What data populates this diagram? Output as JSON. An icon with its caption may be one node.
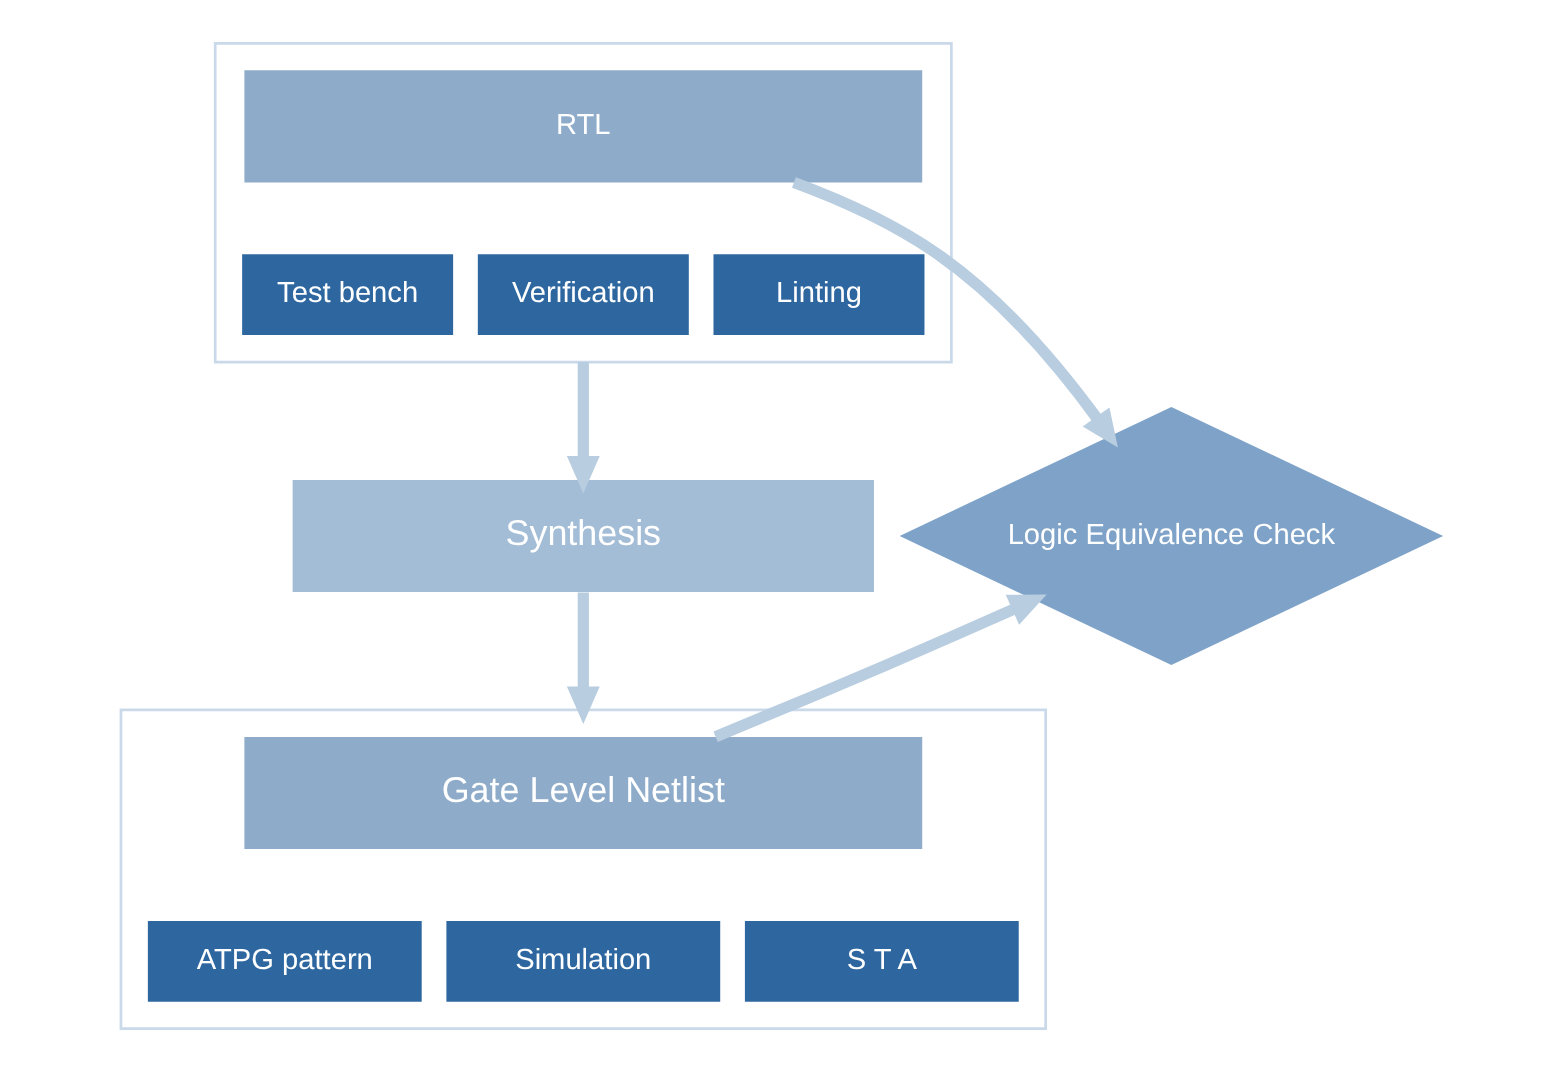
{
  "diagram": {
    "nodes": [
      {
        "text": [],
        "shape": "box"
      },
      {
        "text": [
          "RTL"
        ],
        "in": 0
      },
      {
        "text": [
          "Test bench"
        ],
        "in": 0
      },
      {
        "text": [
          "Verification"
        ],
        "in": 0
      },
      {
        "text": [
          "Linting"
        ],
        "in": 0
      },
      {
        "text": [
          "Synthesis"
        ]
      },
      {
        "text": [],
        "shape": "box"
      },
      {
        "text": [
          "Gate Level Netlist"
        ],
        "in": 6
      },
      {
        "text": [
          "ATPG pattern"
        ],
        "in": 6
      },
      {
        "text": [
          "Simulation"
        ],
        "in": 6
      },
      {
        "text": [
          "S T A"
        ],
        "in": 6
      },
      {
        "text": [
          "Logic Equivalence Check"
        ]
      }
    ],
    "edges": [
      {
        "from": 0,
        "to": 5,
        "arrow": "to"
      },
      {
        "from": 5,
        "to": 6,
        "arrow": "to"
      },
      {
        "from": 1,
        "to": 11,
        "arrow": "to"
      },
      {
        "from": 7,
        "to": 11,
        "arrow": "to"
      }
    ]
  }
}
